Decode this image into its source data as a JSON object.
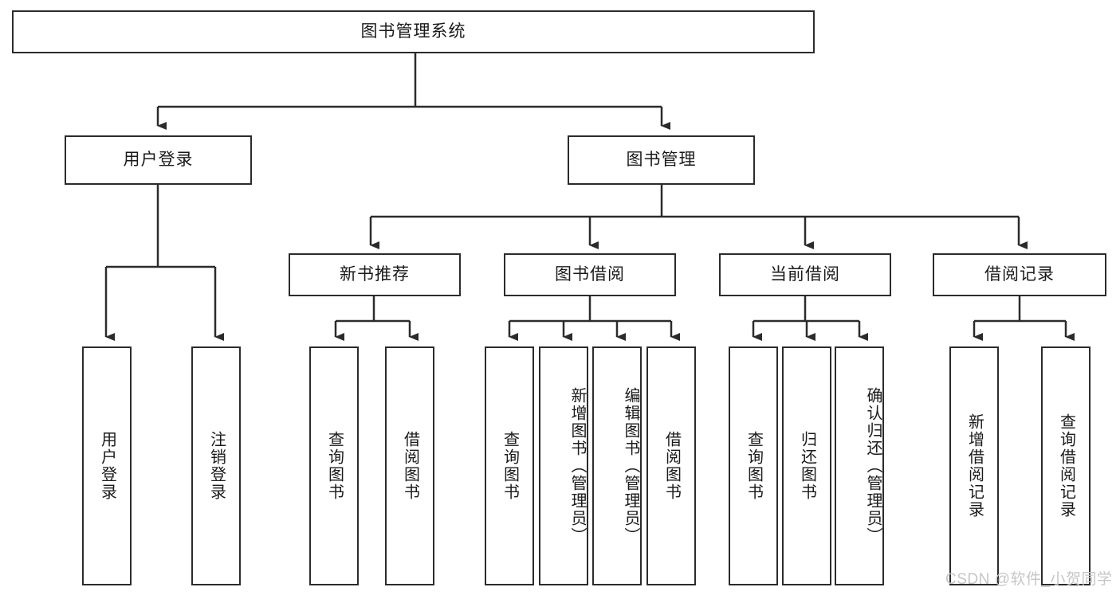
{
  "diagram": {
    "type": "tree-hierarchy",
    "title": "图书管理系统",
    "orientation": "top-down",
    "line_color": "#2b2b2b",
    "box_fill": "#ffffff",
    "text_color": "#1a1a1a",
    "root": {
      "id": "root",
      "label": "图书管理系统"
    },
    "level2": [
      {
        "id": "user-login",
        "label": "用户登录"
      },
      {
        "id": "book-manage",
        "label": "图书管理"
      }
    ],
    "level3": [
      {
        "id": "new-book-rec",
        "label": "新书推荐",
        "parent": "book-manage"
      },
      {
        "id": "book-borrow",
        "label": "图书借阅",
        "parent": "book-manage"
      },
      {
        "id": "current-borrow",
        "label": "当前借阅",
        "parent": "book-manage"
      },
      {
        "id": "borrow-record",
        "label": "借阅记录",
        "parent": "book-manage"
      }
    ],
    "leaves": {
      "user-login": [
        {
          "id": "leaf-user-login",
          "label": "用户登录"
        },
        {
          "id": "leaf-logout-login",
          "label": "注销登录"
        }
      ],
      "new-book-rec": [
        {
          "id": "leaf-query-book-1",
          "label": "查询图书"
        },
        {
          "id": "leaf-borrow-book-1",
          "label": "借阅图书"
        }
      ],
      "book-borrow": [
        {
          "id": "leaf-query-book-2",
          "label": "查询图书"
        },
        {
          "id": "leaf-add-book",
          "label": "新增图书（管理员）"
        },
        {
          "id": "leaf-edit-book",
          "label": "编辑图书（管理员）"
        },
        {
          "id": "leaf-borrow-book-2",
          "label": "借阅图书"
        }
      ],
      "current-borrow": [
        {
          "id": "leaf-query-book-3",
          "label": "查询图书"
        },
        {
          "id": "leaf-return-book",
          "label": "归还图书"
        },
        {
          "id": "leaf-confirm-return",
          "label": "确认归还（管理员）"
        }
      ],
      "borrow-record": [
        {
          "id": "leaf-add-record",
          "label": "新增借阅记录"
        },
        {
          "id": "leaf-query-record",
          "label": "查询借阅记录"
        }
      ]
    }
  },
  "watermark": {
    "text": "CSDN @软件_小贺同学"
  }
}
